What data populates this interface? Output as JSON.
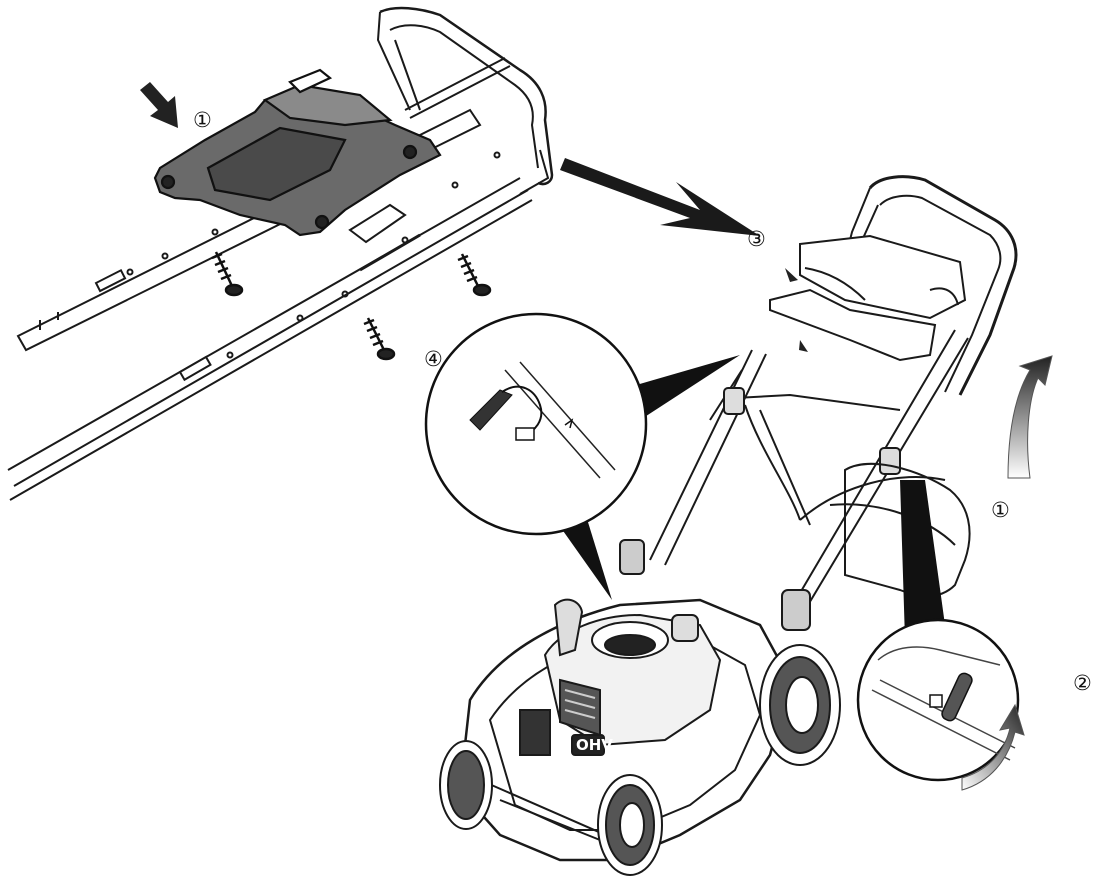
{
  "callouts": {
    "step1_handle": "①",
    "step3_guide": "③",
    "step4_cable": "④",
    "step1_lift": "①",
    "step2_knob": "②"
  },
  "engine_badge": "OHV",
  "colors": {
    "line": "#1a1a1a",
    "part_fill": "#5a5a5a",
    "light_fill": "#e6e6e6",
    "background": "#ffffff"
  }
}
